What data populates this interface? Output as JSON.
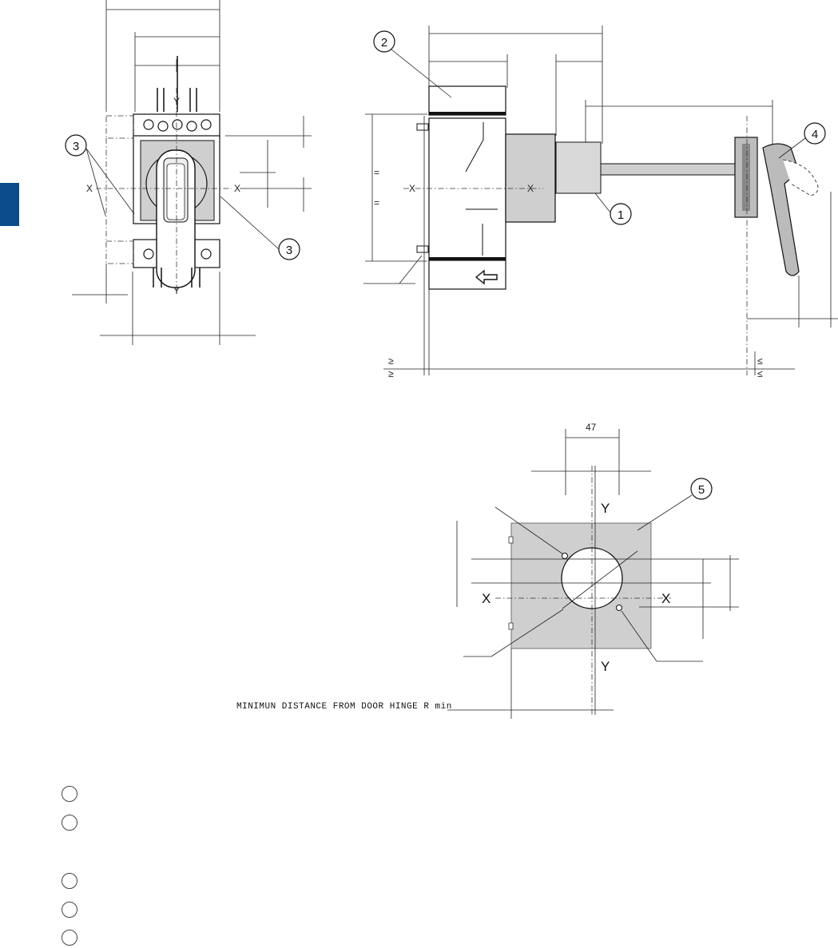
{
  "door_hinge_text": "MINIMUN DISTANCE FROM DOOR HINGE R min",
  "dimension_value": "47",
  "axis_labels": {
    "x": "X",
    "y": "Y"
  },
  "inequality_marks": [
    "≥",
    "≤"
  ],
  "equal_marks": "=",
  "callouts": {
    "c1": "1",
    "c2": "2",
    "c3": "3",
    "c4": "4",
    "c5": "5"
  },
  "side_tab_color": "#0b4d8c",
  "fill_gray": "#cfcfcf",
  "legend_count": 5
}
